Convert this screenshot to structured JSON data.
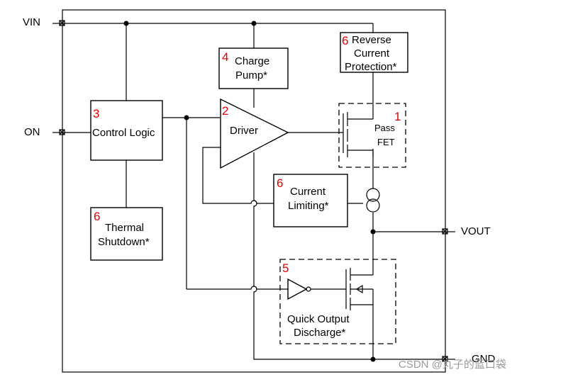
{
  "pins": {
    "vin": "VIN",
    "on": "ON",
    "vout": "VOUT",
    "gnd": "GND"
  },
  "blocks": {
    "control_logic": {
      "number": "3",
      "label": "Control Logic"
    },
    "thermal_shutdown": {
      "number": "6",
      "line1": "Thermal",
      "line2": "Shutdown*"
    },
    "charge_pump": {
      "number": "4",
      "line1": "Charge",
      "line2": "Pump*"
    },
    "driver": {
      "number": "2",
      "label": "Driver"
    },
    "reverse_current_protection": {
      "number": "6",
      "line1": "Reverse",
      "line2": "Current",
      "line3": "Protection*"
    },
    "pass_fet": {
      "number": "1",
      "line1": "Pass",
      "line2": "FET"
    },
    "current_limiting": {
      "number": "6",
      "line1": "Current",
      "line2": "Limiting*"
    },
    "quick_output_discharge": {
      "number": "5",
      "line1": "Quick Output",
      "line2": "Discharge*"
    }
  },
  "watermark": "CSDN @丸子的蓝口袋",
  "colors": {
    "number_red": "#e00000",
    "line": "#000000",
    "watermark": "#9a9a9a"
  }
}
